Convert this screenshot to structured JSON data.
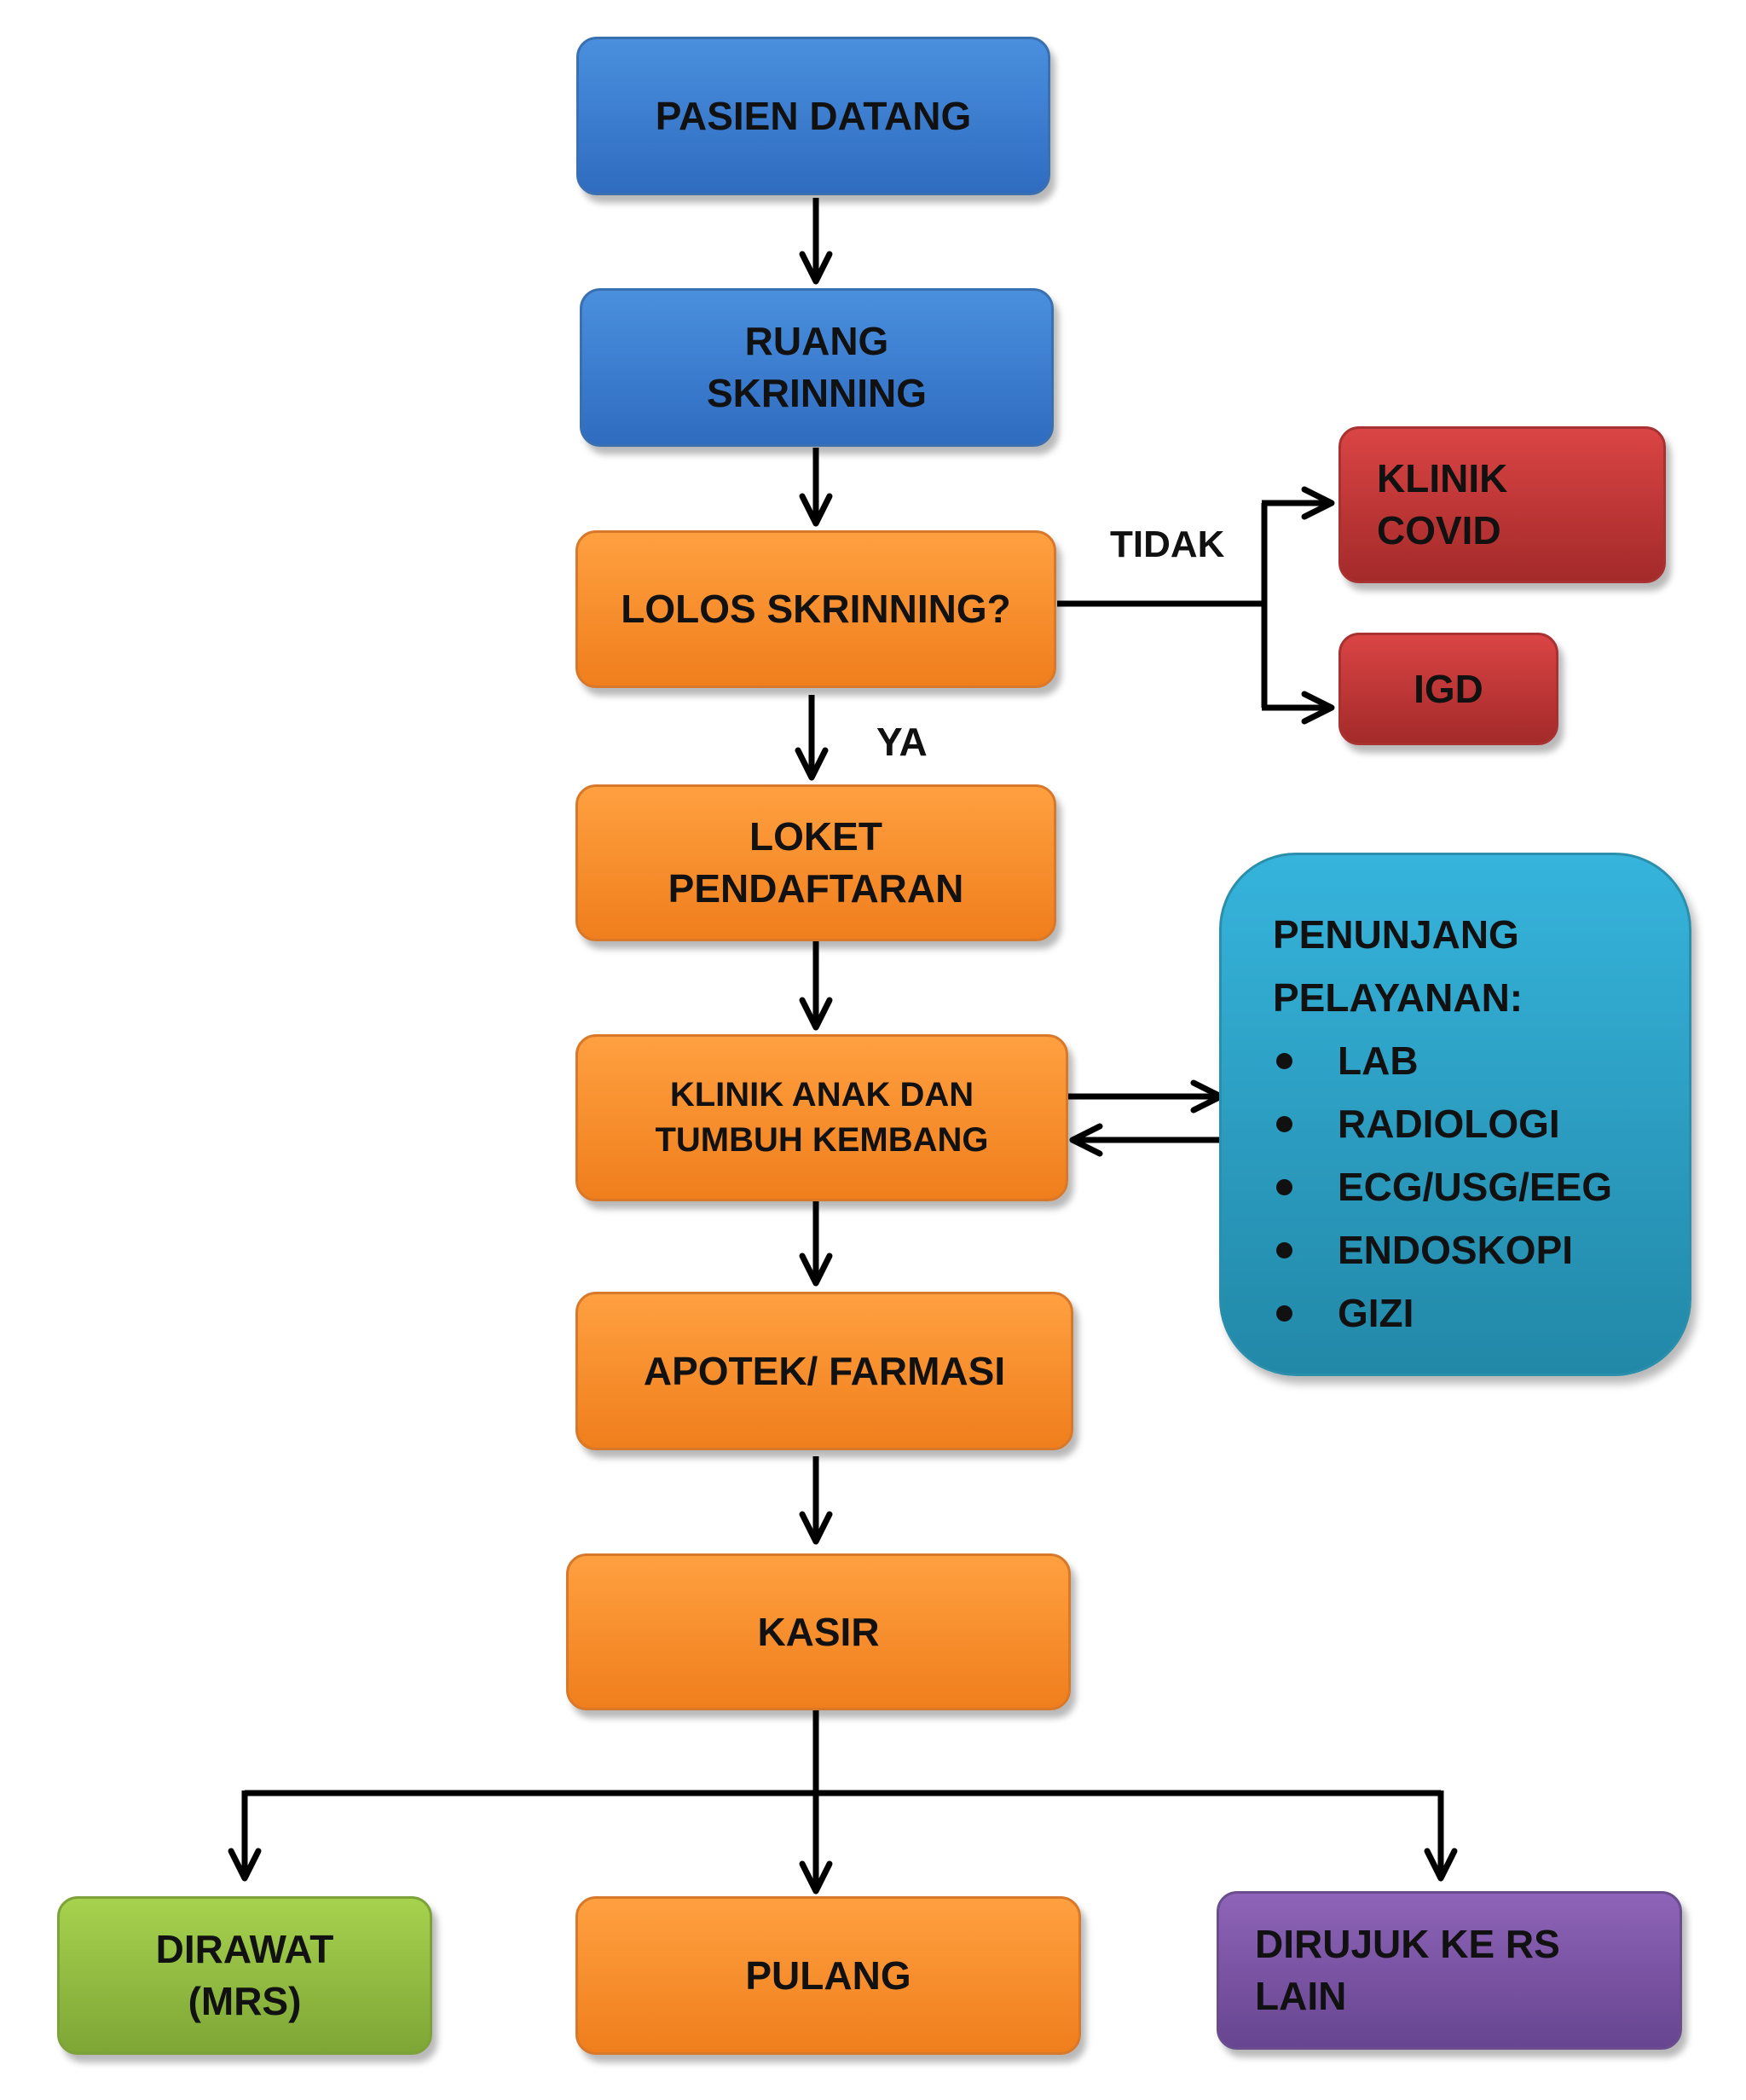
{
  "nodes": {
    "pasien_datang": {
      "lines": [
        "PASIEN DATANG"
      ]
    },
    "ruang_skrinning": {
      "lines": [
        "RUANG",
        "SKRINNING"
      ]
    },
    "lolos_skrinning": {
      "lines": [
        "LOLOS SKRINNING?"
      ]
    },
    "klinik_covid": {
      "lines": [
        "KLINIK",
        "COVID"
      ]
    },
    "igd": {
      "lines": [
        "IGD"
      ]
    },
    "loket_pendaftaran": {
      "lines": [
        "LOKET",
        "PENDAFTARAN"
      ]
    },
    "klinik_anak": {
      "lines": [
        "KLINIK ANAK DAN",
        "TUMBUH KEMBANG"
      ]
    },
    "penunjang": {
      "title_lines": [
        "PENUNJANG",
        "PELAYANAN:"
      ],
      "items": [
        "LAB",
        "RADIOLOGI",
        "ECG/USG/EEG",
        "ENDOSKOPI",
        "GIZI"
      ]
    },
    "apotek": {
      "lines": [
        "APOTEK/ FARMASI"
      ]
    },
    "kasir": {
      "lines": [
        "KASIR"
      ]
    },
    "dirawat": {
      "lines": [
        "DIRAWAT",
        "(MRS)"
      ]
    },
    "pulang": {
      "lines": [
        "PULANG"
      ]
    },
    "dirujuk": {
      "lines": [
        "DIRUJUK KE RS",
        "LAIN"
      ]
    }
  },
  "labels": {
    "tidak": "TIDAK",
    "ya": "YA"
  },
  "colors": {
    "blue": "#3a7bd0",
    "orange": "#f8882a",
    "red": "#c03636",
    "green": "#92c044",
    "purple": "#7a56a4",
    "teal": "#2ea0c4",
    "line": "#000000"
  }
}
